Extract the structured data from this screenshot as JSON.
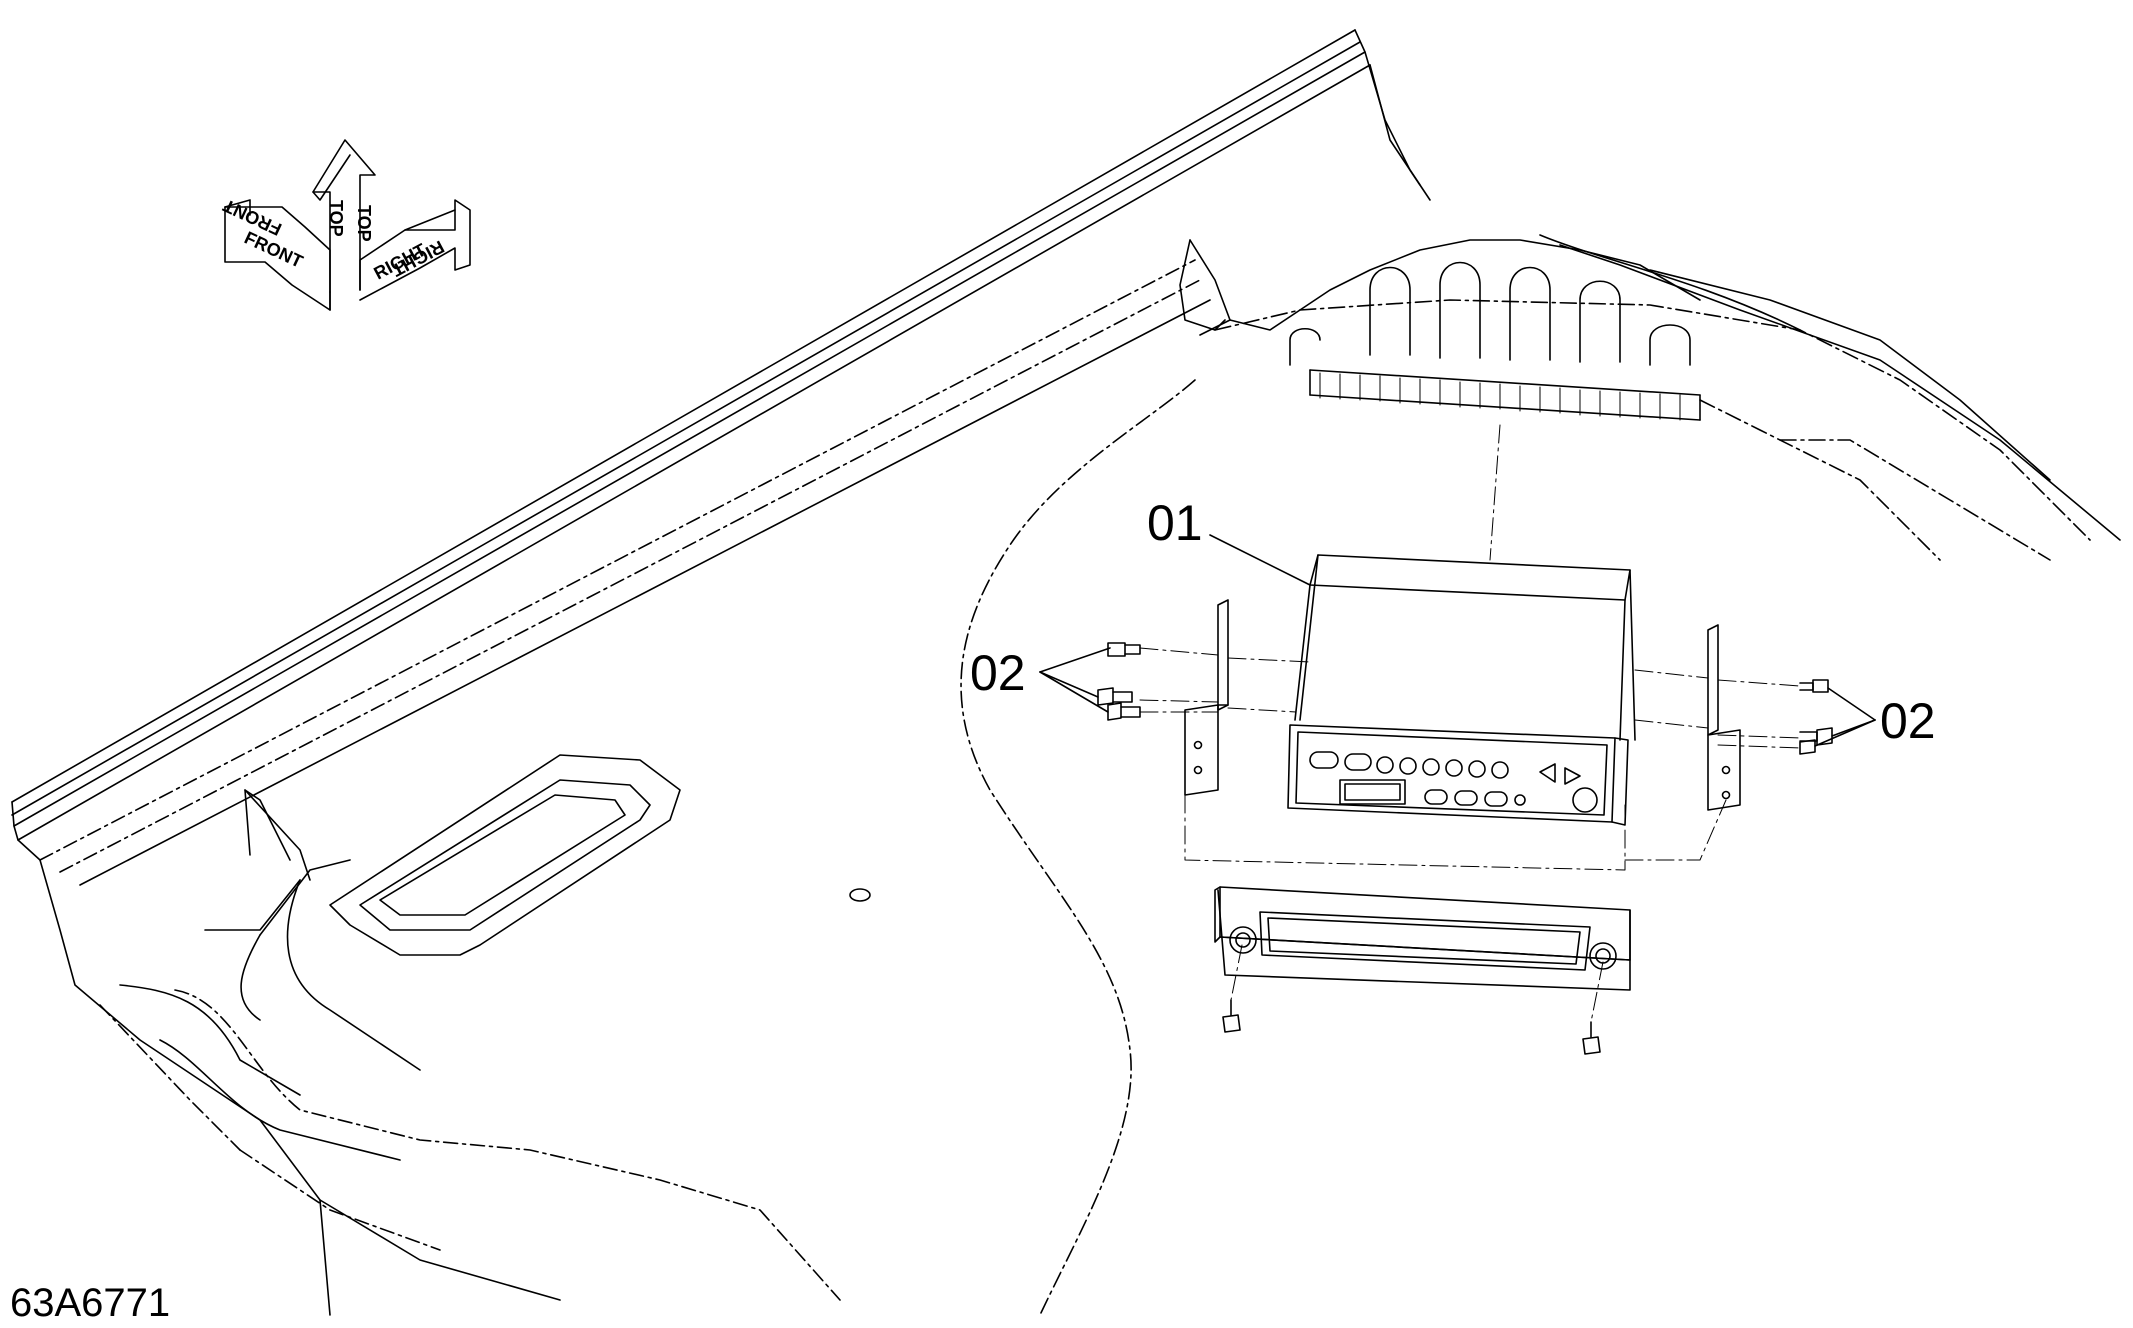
{
  "figure_id": "63A6771",
  "orientation_indicator": {
    "front": "FRONT",
    "top": "TOP",
    "right": "RIGHT"
  },
  "callouts": {
    "part_01": "01",
    "part_02_left": "02",
    "part_02_right": "02"
  },
  "colors": {
    "line": "#000000",
    "background": "#ffffff"
  }
}
